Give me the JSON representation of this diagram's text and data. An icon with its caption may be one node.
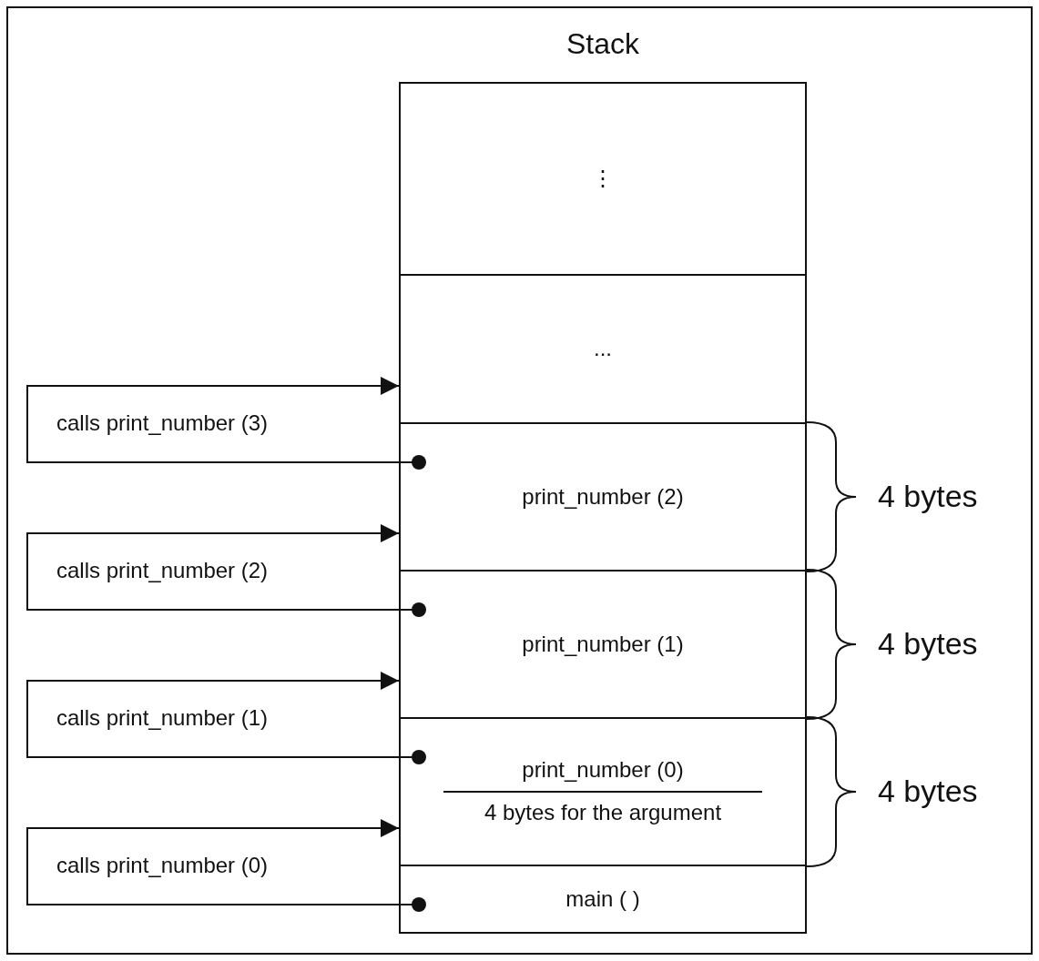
{
  "diagram": {
    "nodes": [
      {
        "text": [
          "Stack"
        ]
      },
      {
        "text": [
          "⋮"
        ],
        "in": 0
      },
      {
        "text": [
          "..."
        ],
        "in": 0
      },
      {
        "text": [
          "print_number (2)"
        ],
        "in": 0,
        "beside": [
          "4 bytes"
        ]
      },
      {
        "text": [
          "print_number (1)"
        ],
        "in": 0,
        "beside": [
          "4 bytes"
        ]
      },
      {
        "text": [
          "print_number (0)",
          "4 bytes for the argument"
        ],
        "in": 0,
        "beside": [
          "4 bytes"
        ]
      },
      {
        "text": [
          "main ( )"
        ],
        "in": 0
      }
    ],
    "edges": [
      {
        "from": 3,
        "to": 2,
        "arrow": "to",
        "label": "calls print_number (3)"
      },
      {
        "from": 4,
        "to": 3,
        "arrow": "to",
        "label": "calls print_number (2)"
      },
      {
        "from": 5,
        "to": 4,
        "arrow": "to",
        "label": "calls print_number (1)"
      },
      {
        "from": 6,
        "to": 5,
        "arrow": "to",
        "label": "calls print_number (0)"
      }
    ]
  }
}
